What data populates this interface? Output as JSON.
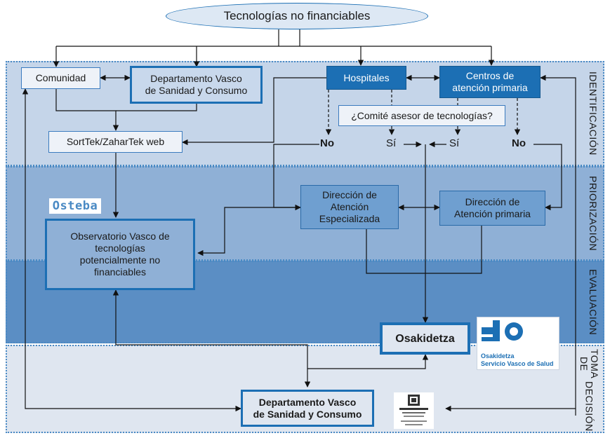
{
  "title": "Tecnologías no financiables",
  "bands": {
    "identification": "IDENTIFICACIÓN",
    "prioritization": "PRIORIZACIÓN",
    "evaluation": "EVALUACIÓN",
    "decision_line1": "TOMA DE",
    "decision_line2": "DECISIÓN"
  },
  "nodes": {
    "comunidad": "Comunidad",
    "departamento_top_line1": "Departamento Vasco",
    "departamento_top_line2": "de Sanidad y Consumo",
    "hospitales": "Hospitales",
    "centros_line1": "Centros de",
    "centros_line2": "atención primaria",
    "comite": "¿Comité asesor de tecnologías?",
    "sorttek": "SortTek/ZaharTek web",
    "no_left": "No",
    "si_left": "Sí",
    "si_right": "Sí",
    "no_right": "No",
    "osteba_logo": "Osteba",
    "direccion_esp_line1": "Dirección de",
    "direccion_esp_line2": "Atención",
    "direccion_esp_line3": "Especializada",
    "direccion_ap_line1": "Dirección de",
    "direccion_ap_line2": "Atención primaria",
    "observatorio_line1": "Observatorio Vasco de",
    "observatorio_line2": "tecnologías",
    "observatorio_line3": "potencialmente no",
    "observatorio_line4": "financiables",
    "osakidetza": "Osakidetza",
    "osakidetza_logo_line1": "Osakidetza",
    "osakidetza_logo_line2": "Servicio Vasco de Salud",
    "departamento_bottom_line1": "Departamento Vasco",
    "departamento_bottom_line2": "de Sanidad y Consumo"
  },
  "colors": {
    "primary": "#1c6fb4",
    "band_identification": "#c5d5e9",
    "band_prioritization": "#8fb0d6",
    "band_evaluation": "#5b8ec4",
    "band_decision": "#dfe6f0"
  }
}
